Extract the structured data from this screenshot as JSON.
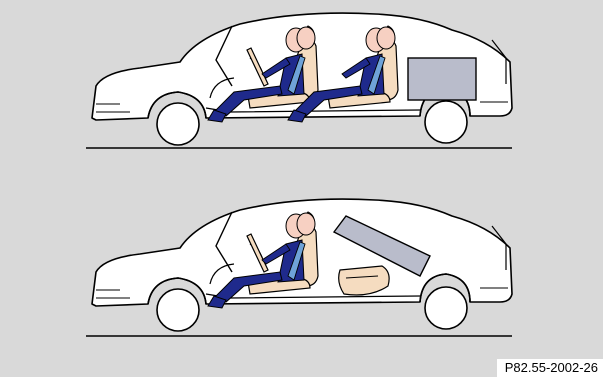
{
  "figure": {
    "reference_code": "P82.55-2002-26"
  },
  "panels": [
    {
      "name": "two-rows-occupied-with-cargo-in-trunk",
      "seated_occupants": 2,
      "cargo_position": "trunk"
    },
    {
      "name": "rear-seat-folded-long-cargo-through-loading",
      "seated_occupants": 1,
      "cargo_position": "through-loading"
    }
  ],
  "colors": {
    "panel_background": "#d9d9d9",
    "car_outline": "#000000",
    "car_fill": "#ffffff",
    "seat": "#f5dcc0",
    "seat_belt": "#6fa3d8",
    "occupant_body": "#1f2a8c",
    "occupant_head": "#f7d0c2",
    "cargo": "#b9bccb",
    "ground_line": "#000000"
  },
  "icons": [
    "sedan-side-view",
    "driver-seat",
    "rear-seat",
    "steering-wheel",
    "cargo-box"
  ]
}
